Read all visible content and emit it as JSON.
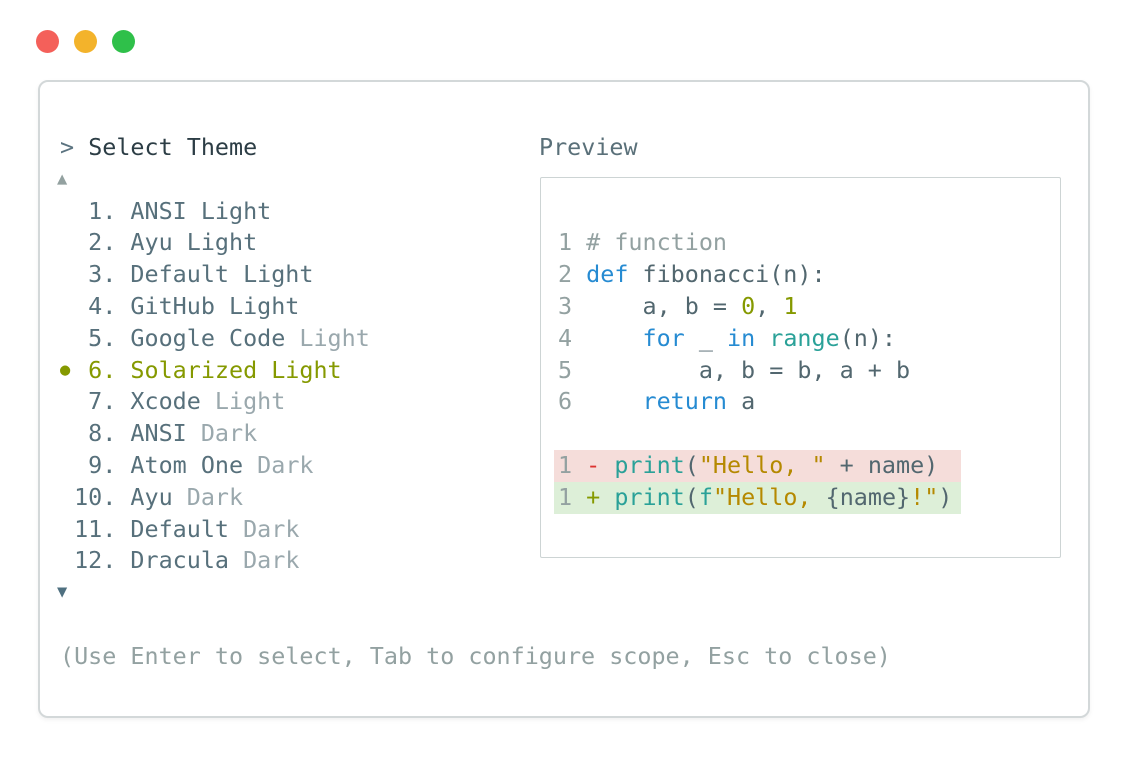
{
  "window": {
    "traffic_lights": [
      {
        "name": "close",
        "color": "#f4605a"
      },
      {
        "name": "minimize",
        "color": "#f3b32b"
      },
      {
        "name": "maximize",
        "color": "#2fc04a"
      }
    ]
  },
  "header": {
    "prompt": ">",
    "title": "Select Theme"
  },
  "scroll": {
    "up": "▲",
    "down": "▼"
  },
  "selected_marker": "●",
  "theme_list": {
    "items": [
      {
        "num": "1.",
        "primary": "ANSI Light",
        "muted": "",
        "selected": false
      },
      {
        "num": "2.",
        "primary": "Ayu Light",
        "muted": "",
        "selected": false
      },
      {
        "num": "3.",
        "primary": "Default Light",
        "muted": "",
        "selected": false
      },
      {
        "num": "4.",
        "primary": "GitHub Light",
        "muted": "",
        "selected": false
      },
      {
        "num": "5.",
        "primary": "Google Code",
        "muted": "Light",
        "selected": false
      },
      {
        "num": "6.",
        "primary": "Solarized Light",
        "muted": "",
        "selected": true
      },
      {
        "num": "7.",
        "primary": "Xcode",
        "muted": "Light",
        "selected": false
      },
      {
        "num": "8.",
        "primary": "ANSI",
        "muted": "Dark",
        "selected": false
      },
      {
        "num": "9.",
        "primary": "Atom One",
        "muted": "Dark",
        "selected": false
      },
      {
        "num": "10.",
        "primary": "Ayu",
        "muted": "Dark",
        "selected": false
      },
      {
        "num": "11.",
        "primary": "Default",
        "muted": "Dark",
        "selected": false
      },
      {
        "num": "12.",
        "primary": "Dracula",
        "muted": "Dark",
        "selected": false
      }
    ]
  },
  "preview": {
    "label": "Preview",
    "code_lines": [
      {
        "num": "1",
        "tokens": [
          {
            "t": "# function",
            "c": "comment"
          }
        ]
      },
      {
        "num": "2",
        "tokens": [
          {
            "t": "def",
            "c": "kw"
          },
          {
            "t": " fibonacci(n):",
            "c": "fg"
          }
        ]
      },
      {
        "num": "3",
        "tokens": [
          {
            "t": "    a, b = ",
            "c": "fg"
          },
          {
            "t": "0",
            "c": "num"
          },
          {
            "t": ", ",
            "c": "fg"
          },
          {
            "t": "1",
            "c": "num"
          }
        ]
      },
      {
        "num": "4",
        "tokens": [
          {
            "t": "    ",
            "c": "fg"
          },
          {
            "t": "for",
            "c": "kw"
          },
          {
            "t": " _ ",
            "c": "fg"
          },
          {
            "t": "in",
            "c": "kw"
          },
          {
            "t": " ",
            "c": "fg"
          },
          {
            "t": "range",
            "c": "fn"
          },
          {
            "t": "(n):",
            "c": "fg"
          }
        ]
      },
      {
        "num": "5",
        "tokens": [
          {
            "t": "        a, b = b, a + b",
            "c": "fg"
          }
        ]
      },
      {
        "num": "6",
        "tokens": [
          {
            "t": "    ",
            "c": "fg"
          },
          {
            "t": "return",
            "c": "kw"
          },
          {
            "t": " a",
            "c": "fg"
          }
        ]
      }
    ],
    "diff_lines": [
      {
        "num": "1",
        "type": "removed",
        "tokens": [
          {
            "t": "- ",
            "c": "red"
          },
          {
            "t": "print",
            "c": "fn"
          },
          {
            "t": "(",
            "c": "fg"
          },
          {
            "t": "\"Hello, \"",
            "c": "str"
          },
          {
            "t": " + name)",
            "c": "fg"
          }
        ]
      },
      {
        "num": "1",
        "type": "added",
        "tokens": [
          {
            "t": "+ ",
            "c": "green"
          },
          {
            "t": "print",
            "c": "fn"
          },
          {
            "t": "(",
            "c": "fg"
          },
          {
            "t": "f",
            "c": "fn"
          },
          {
            "t": "\"Hello, ",
            "c": "str"
          },
          {
            "t": "{name}",
            "c": "fg"
          },
          {
            "t": "!\"",
            "c": "str"
          },
          {
            "t": ")",
            "c": "fg"
          }
        ]
      }
    ]
  },
  "hint": "(Use Enter to select, Tab to configure scope, Esc to close)",
  "palette": {
    "fg": "#52676f",
    "list_fg": "#57707b",
    "muted": "#9aa8ad",
    "comment": "#93a1a1",
    "kw": "#268bd2",
    "fn": "#2aa198",
    "num": "#859900",
    "str": "#b58900",
    "red": "#dc322f",
    "green": "#859900",
    "selected": "#859900",
    "removed_bg": "#f5ddda",
    "added_bg": "#ddefd8"
  }
}
